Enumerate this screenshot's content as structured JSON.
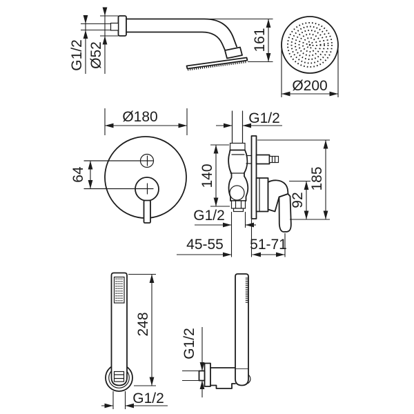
{
  "colors": {
    "background": "#ffffff",
    "ink": "#1c1c1c"
  },
  "views": {
    "overhead_side": {
      "thread": "G1/2",
      "flange_diameter": "Ø52",
      "height": "161"
    },
    "head_face": {
      "diameter": "Ø200"
    },
    "mixer_front": {
      "plate_diameter": "Ø180",
      "handle_spacing": "64"
    },
    "mixer_side": {
      "thread_top": "G1/2",
      "body_height": "140",
      "total_height": "185",
      "handle_height": "92",
      "thread_bottom": "G1/2",
      "depth_range_left": "45-55",
      "depth_range_right": "51-71"
    },
    "hand_shower_front": {
      "length": "248",
      "thread": "G1/2"
    },
    "hand_shower_side": {
      "thread": "G1/2"
    }
  }
}
